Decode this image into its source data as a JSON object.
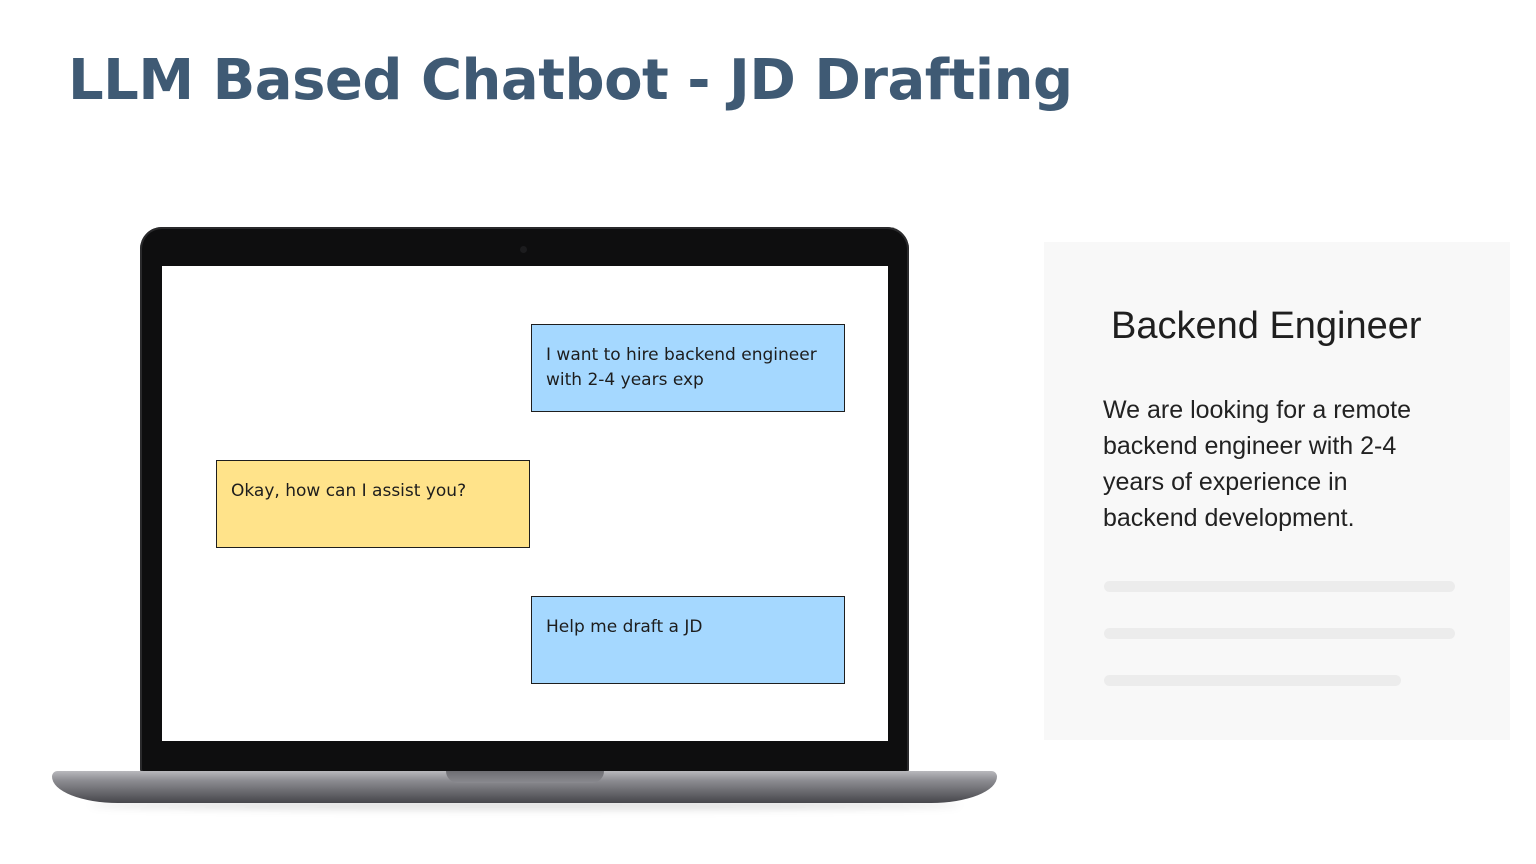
{
  "slide": {
    "title": "LLM Based Chatbot - JD Drafting"
  },
  "chat": {
    "messages": [
      {
        "role": "user",
        "text": "I want to hire backend engineer\nwith 2-4 years exp",
        "color": "#a5d8ff"
      },
      {
        "role": "bot",
        "text": "Okay, how can I assist you?",
        "color": "#ffe38a"
      },
      {
        "role": "user",
        "text": "Help me draft a JD",
        "color": "#a5d8ff"
      }
    ]
  },
  "jd_card": {
    "title": "Backend Engineer",
    "body": "We are looking for a remote\nbackend engineer with 2-4\nyears of experience in\nbackend development.",
    "placeholder_line_count": 3
  },
  "colors": {
    "title": "#3f5a74",
    "user_bubble": "#a5d8ff",
    "bot_bubble": "#ffe38a",
    "card_background": "#f8f8f8"
  }
}
